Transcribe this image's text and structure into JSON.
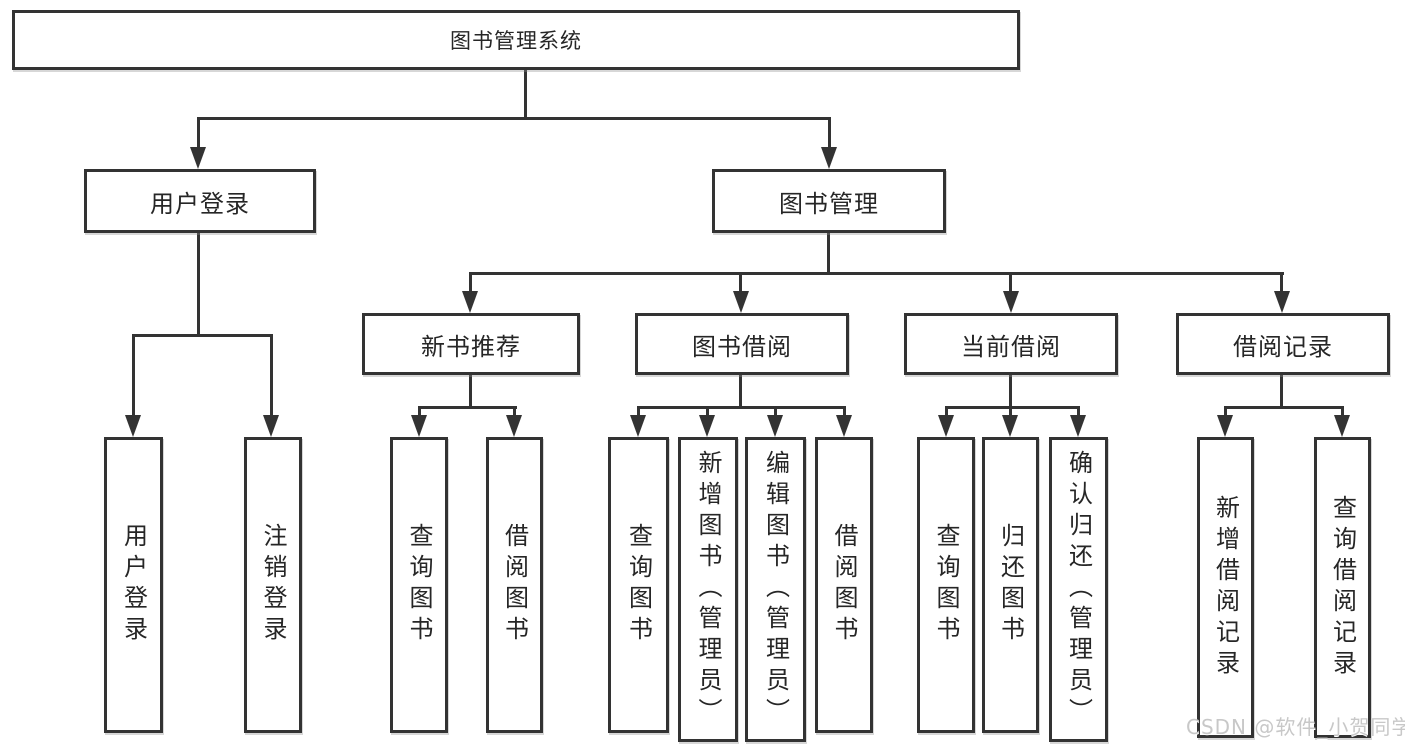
{
  "colors": {
    "line": "#333333",
    "text": "#262626",
    "node_background": "#ffffff",
    "page_background": "#ffffff",
    "watermark_text": "#c8c8c8"
  },
  "tree": {
    "root": "图书管理系统",
    "branches": [
      {
        "label": "用户登录",
        "leaves": [
          "用户登录",
          "注销登录"
        ]
      },
      {
        "label": "图书管理",
        "groups": [
          {
            "label": "新书推荐",
            "leaves": [
              "查询图书",
              "借阅图书"
            ]
          },
          {
            "label": "图书借阅",
            "leaves": [
              "查询图书",
              "新增图书（管理员）",
              "编辑图书（管理员）",
              "借阅图书"
            ]
          },
          {
            "label": "当前借阅",
            "leaves": [
              "查询图书",
              "归还图书",
              "确认归还（管理员）"
            ]
          },
          {
            "label": "借阅记录",
            "leaves": [
              "新增借阅记录",
              "查询借阅记录"
            ]
          }
        ]
      }
    ]
  },
  "watermark": {
    "text": "CSDN @软件_小贺同学"
  }
}
